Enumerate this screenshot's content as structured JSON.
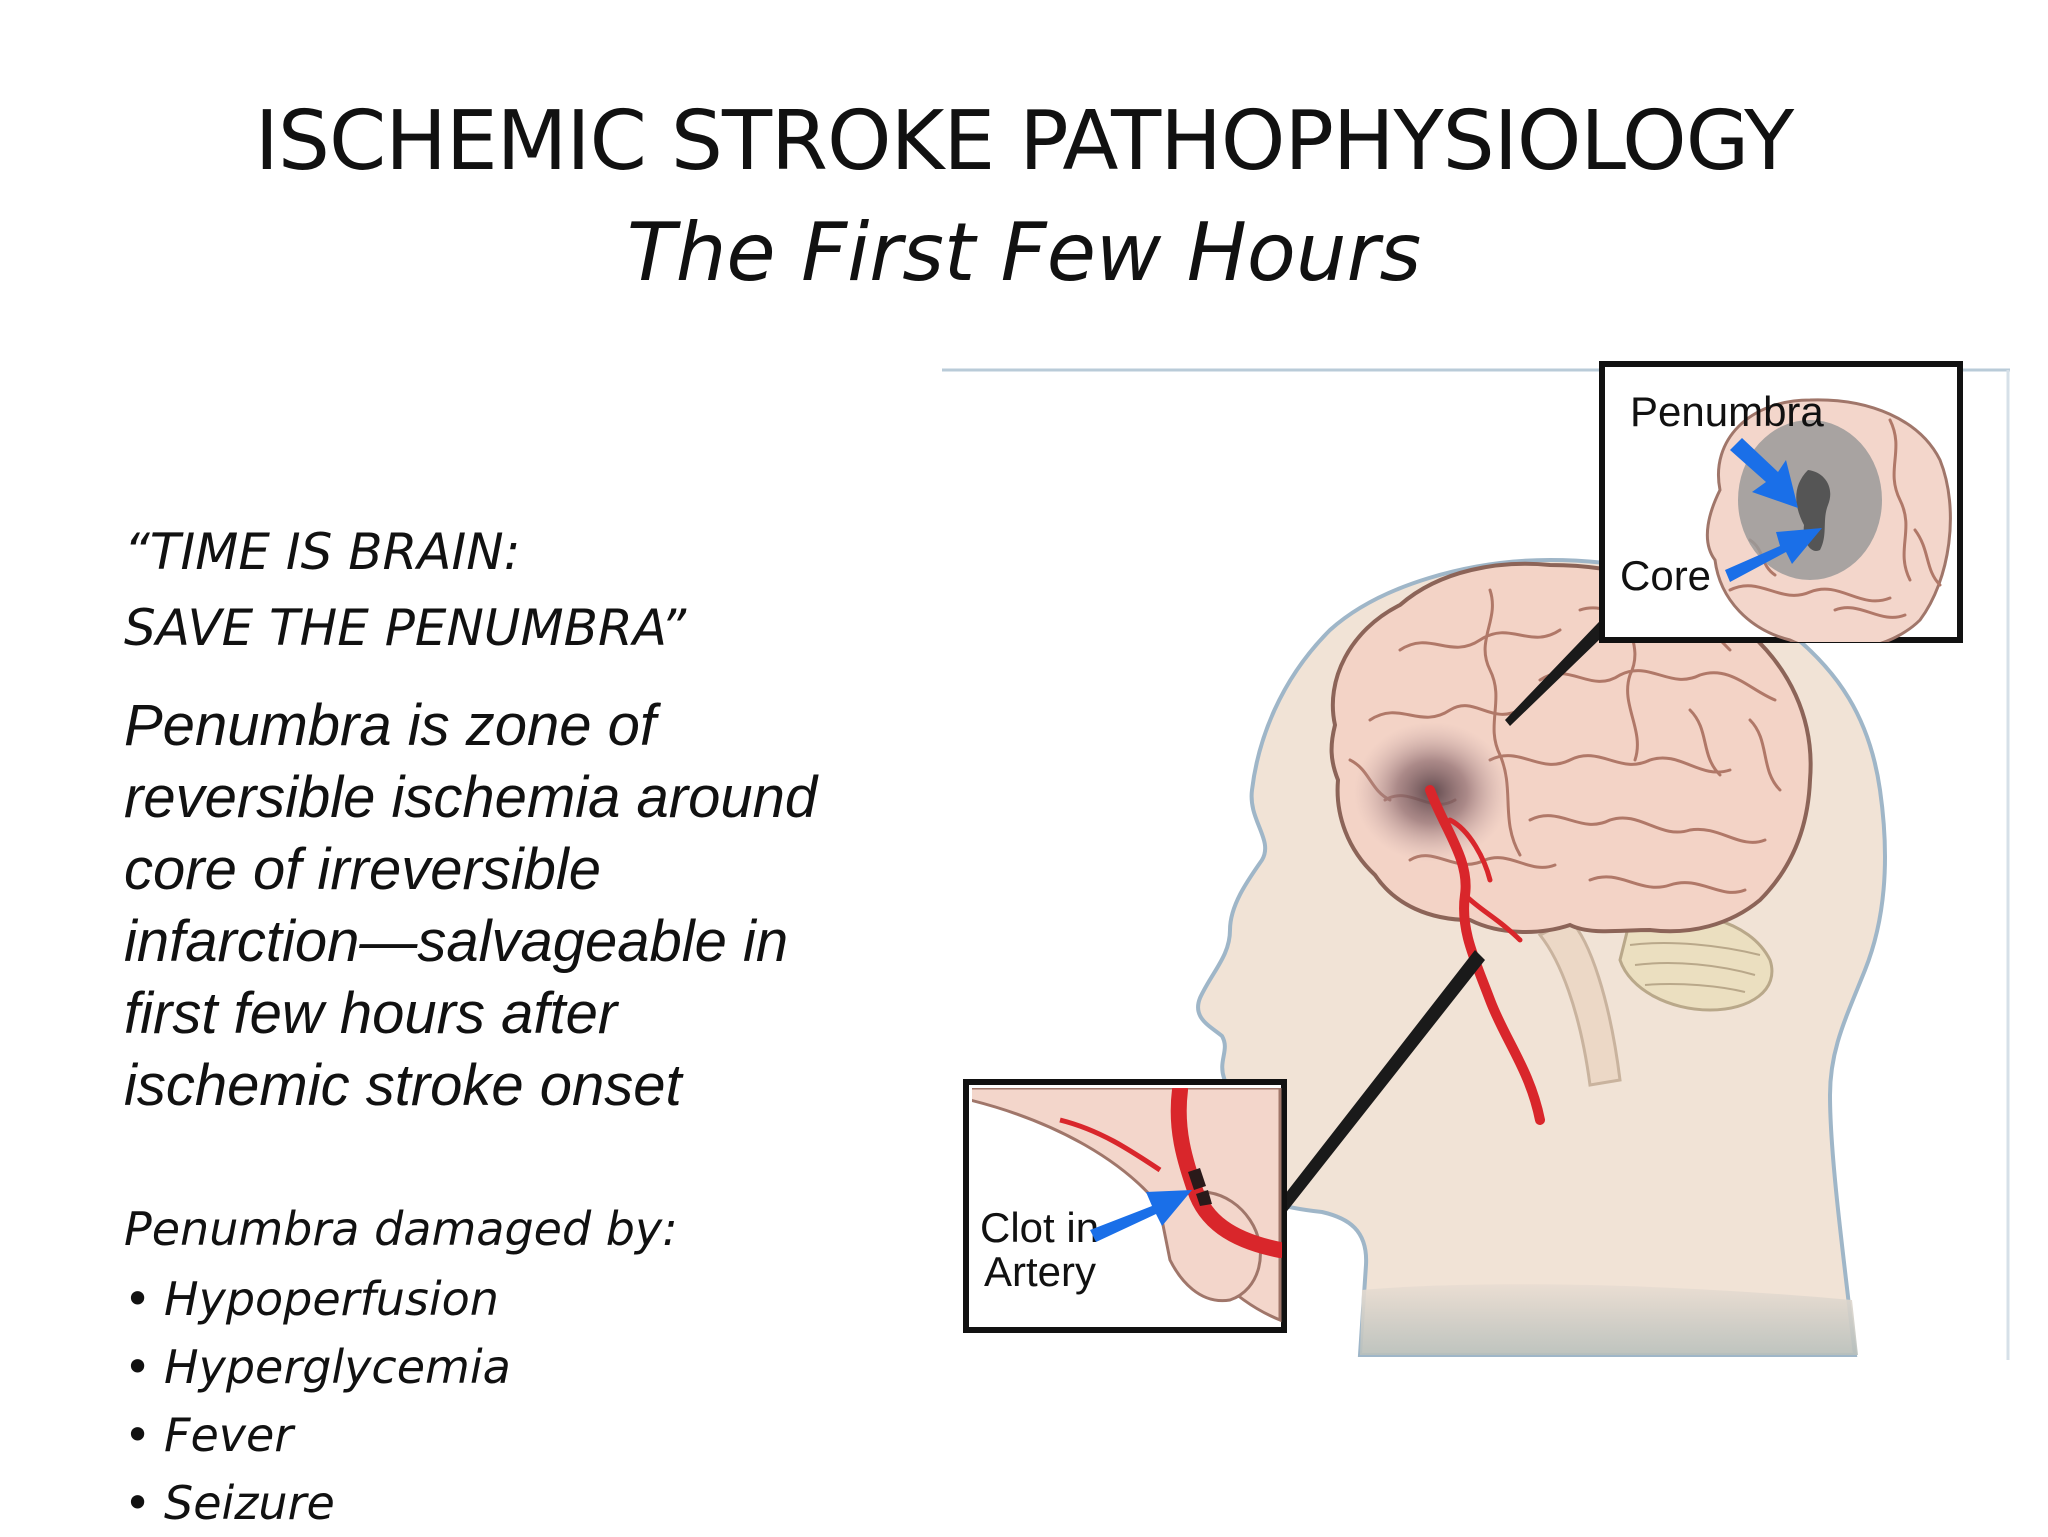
{
  "slide": {
    "title": "ISCHEMIC STROKE PATHOPHYSIOLOGY",
    "subtitle": "The First Few Hours"
  },
  "quote": {
    "line1": "“TIME IS BRAIN:",
    "line2": "SAVE THE PENUMBRA”"
  },
  "definition": {
    "lines": [
      "Penumbra is zone of",
      "reversible ischemia around",
      "core of irreversible",
      "infarction—salvageable in",
      "first few hours after",
      "ischemic stroke onset"
    ]
  },
  "damage": {
    "heading": "Penumbra damaged by:",
    "items": [
      "Hypoperfusion",
      "Hyperglycemia",
      "Fever",
      "Seizure"
    ]
  },
  "illustration": {
    "labels": {
      "penumbra": "Penumbra",
      "core": "Core",
      "clot_line1": "Clot in",
      "clot_line2": "Artery"
    },
    "colors": {
      "skin": "#f1e3d6",
      "brain": "#f3d3c6",
      "artery": "#d9262b",
      "arrow": "#1a6fe8",
      "penumbra": "#9a9a9a",
      "core": "#555555"
    }
  }
}
